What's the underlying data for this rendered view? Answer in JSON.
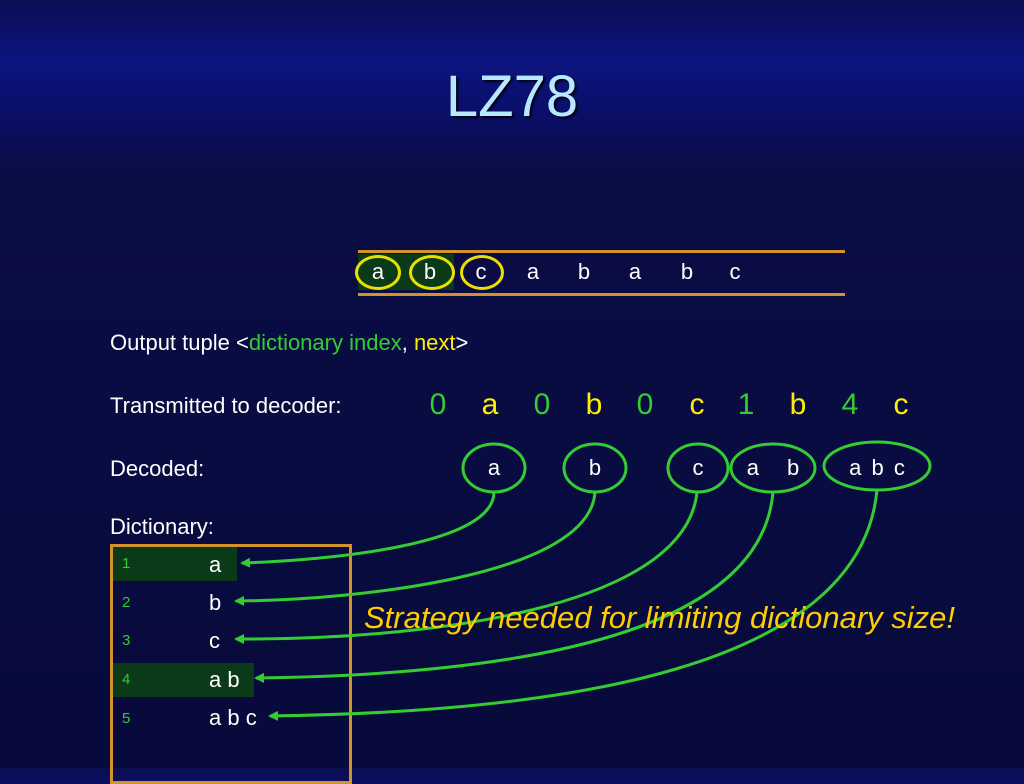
{
  "title": "LZ78",
  "input_string": [
    "a",
    "b",
    "c",
    "a",
    "b",
    "a",
    "b",
    "c"
  ],
  "output_tuple": {
    "prefix": "Output tuple <",
    "index_label": "dictionary index",
    "comma": ", ",
    "next_label": "next",
    "suffix": ">"
  },
  "transmitted": {
    "label": "Transmitted to decoder:",
    "items": [
      {
        "index": "0",
        "char": "a"
      },
      {
        "index": "0",
        "char": "b"
      },
      {
        "index": "0",
        "char": "c"
      },
      {
        "index": "1",
        "char": "b"
      },
      {
        "index": "4",
        "char": "c"
      }
    ]
  },
  "decoded": {
    "label": "Decoded:",
    "groups": [
      "a",
      "b",
      "c",
      "a b",
      "a b c"
    ]
  },
  "dictionary": {
    "label": "Dictionary:",
    "entries": [
      {
        "index": "1",
        "value": "a"
      },
      {
        "index": "2",
        "value": "b"
      },
      {
        "index": "3",
        "value": "c"
      },
      {
        "index": "4",
        "value": "a b"
      },
      {
        "index": "5",
        "value": "a b c"
      }
    ]
  },
  "note": "Strategy needed for limiting dictionary size!",
  "colors": {
    "accent_green": "#33cc33",
    "accent_yellow": "#ffee00",
    "border_orange": "#d4932a",
    "title_blue": "#b8e8ff"
  }
}
